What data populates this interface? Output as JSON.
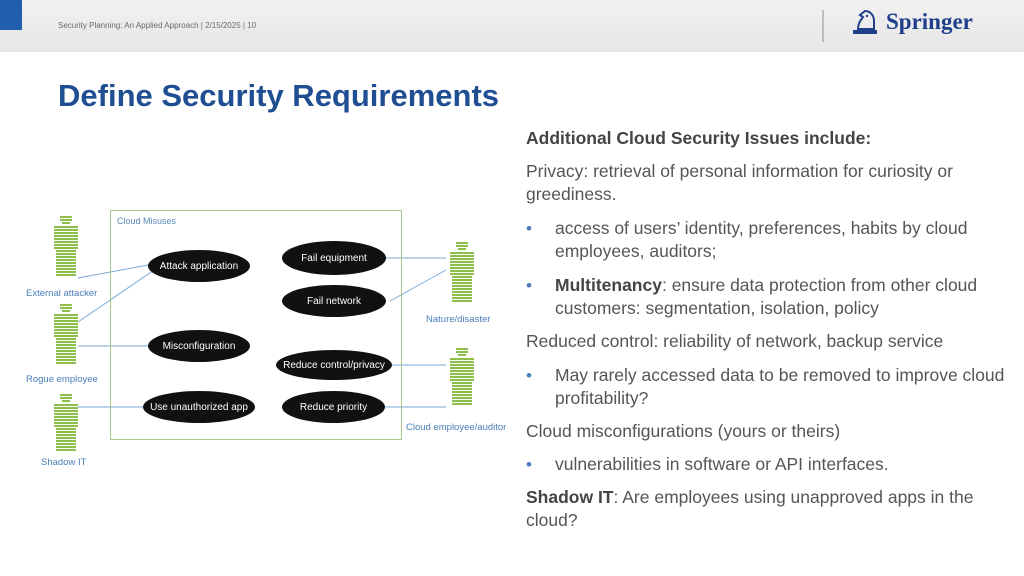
{
  "header": {
    "footer_text": "Security Planning: An Applied Approach | 2/15/2025 | 10",
    "logo_text": "Springer"
  },
  "slide": {
    "title": "Define Security Requirements"
  },
  "diagram": {
    "boundary_label": "Cloud Misuses",
    "use_cases": {
      "attack_application": "Attack application",
      "fail_equipment": "Fail equipment",
      "fail_network": "Fail network",
      "misconfiguration": "Misconfiguration",
      "reduce_control_privacy": "Reduce control/privacy",
      "use_unauthorized_app": "Use unauthorized app",
      "reduce_priority": "Reduce priority"
    },
    "actors": {
      "external_attacker": "External attacker",
      "rogue_employee": "Rogue employee",
      "shadow_it": "Shadow IT",
      "nature_disaster": "Nature/disaster",
      "cloud_employee_auditor": "Cloud employee/auditor"
    },
    "actor_color": "#8cc04b"
  },
  "content": {
    "heading": "Additional Cloud Security Issues include:",
    "privacy": "Privacy: retrieval of personal information for curiosity or  greediness.",
    "bullet_identity": "access of users’ identity, preferences, habits by cloud employees, auditors;",
    "multitenancy_term": "Multitenancy",
    "multitenancy_rest": ": ensure data protection from other cloud customers: segmentation, isolation, policy",
    "reduced_control": "Reduced control: reliability of network, backup service",
    "bullet_rarely": "May rarely accessed data to be removed to improve cloud profitability?",
    "misconfig": "Cloud misconfigurations (yours or theirs)",
    "bullet_vuln": "vulnerabilities in software or API interfaces.",
    "shadow_term": "Shadow IT",
    "shadow_rest": ": Are employees using unapproved apps in the cloud?",
    "bullet_glyph": "•"
  }
}
